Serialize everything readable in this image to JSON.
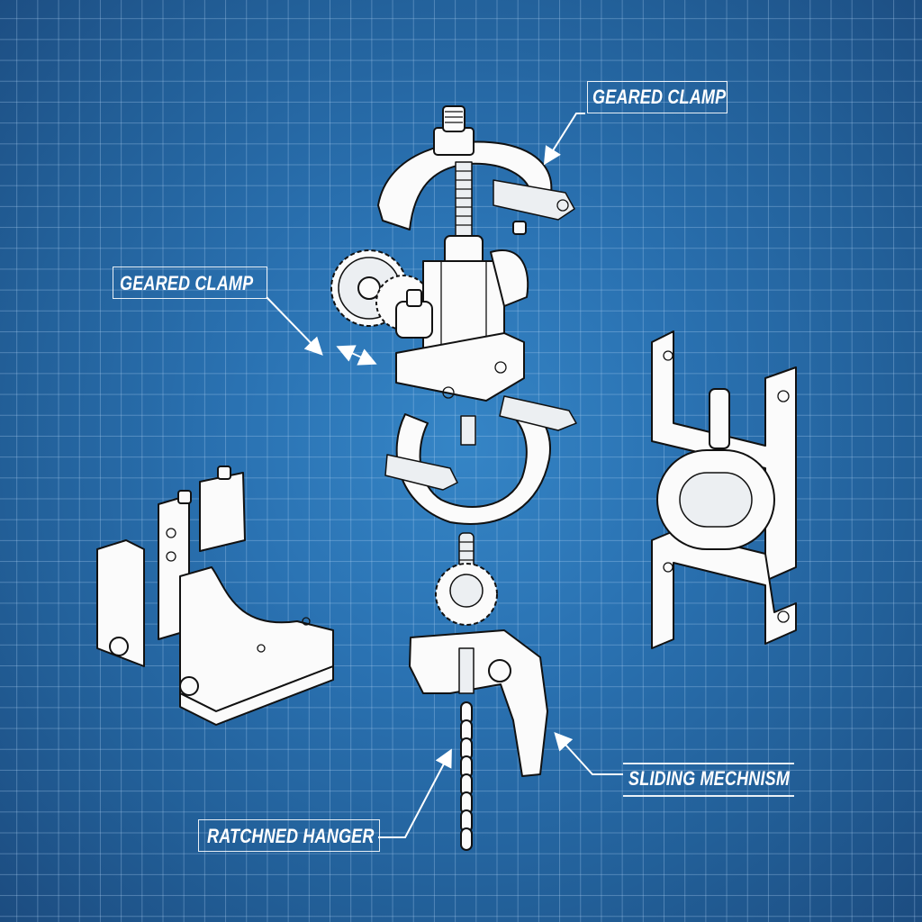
{
  "diagram": {
    "style": "blueprint exploded isometric illustration",
    "colors": {
      "background_center": "#3585c6",
      "background_edge": "#1c4c80",
      "grid": "#aacdf0",
      "line_art": "#ffffff",
      "outline": "#111111"
    },
    "labels": [
      {
        "id": "geared-clamp-top",
        "text": "GEARED CLAMP"
      },
      {
        "id": "geared-clamp-left",
        "text": "GEARED CLAMP"
      },
      {
        "id": "sliding-mechanism",
        "text": "SLIDING MECHNISM"
      },
      {
        "id": "ratcheted-hanger",
        "text": "RATCHNED HANGER"
      }
    ],
    "components": [
      {
        "name": "upper curved clamp arm with threaded bolt and hex nut"
      },
      {
        "name": "gear train block with spur gears"
      },
      {
        "name": "pipe clamp ring"
      },
      {
        "name": "right angle bracket with bolts"
      },
      {
        "name": "sliding oval frame bracket"
      },
      {
        "name": "ratchet hanger with gear and chain"
      }
    ]
  }
}
